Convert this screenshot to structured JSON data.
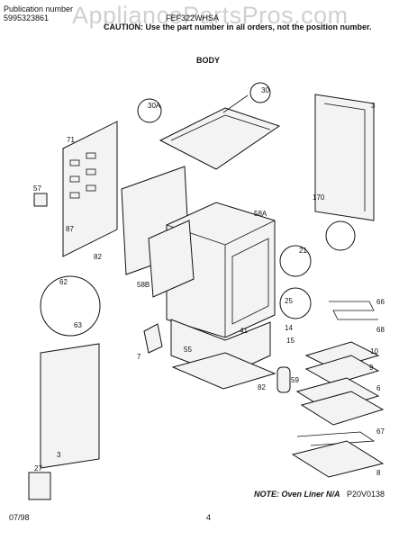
{
  "header": {
    "publication_label": "Publication number",
    "publication_number": "5995323861",
    "model": "FEF322WHSA",
    "caution": "CAUTION: Use the part number in all orders, not the position number.",
    "section": "BODY"
  },
  "watermark": "AppliancePartsPros.com",
  "labels": {
    "p30": "30",
    "p30A": "30A",
    "p3a": "3",
    "p71": "71",
    "p57": "57",
    "p87": "87",
    "p170": "170",
    "p58A": "58A",
    "p21": "21",
    "p82a": "82",
    "p58B": "58B",
    "p62": "62",
    "p63": "63",
    "p25": "25",
    "p66": "66",
    "p14": "14",
    "p68": "68",
    "p15": "15",
    "p41": "41",
    "p7": "7",
    "p55": "55",
    "p10": "10",
    "p9": "9",
    "p59": "59",
    "p82b": "82",
    "p6": "6",
    "p67": "67",
    "p3b": "3",
    "p27": "27",
    "p8": "8"
  },
  "footer": {
    "note": "NOTE: Oven Liner N/A",
    "code": "P20V0138",
    "date": "07/98",
    "page": "4"
  }
}
